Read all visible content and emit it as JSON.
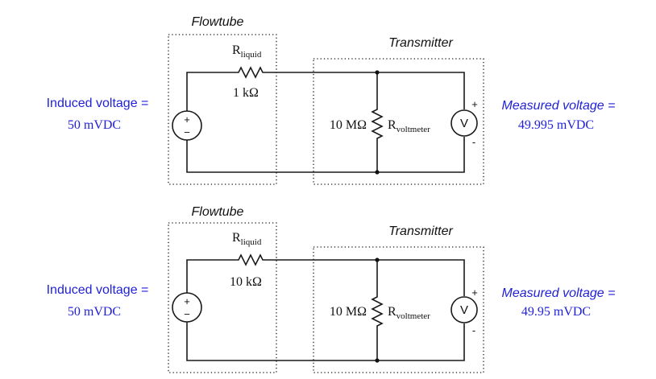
{
  "circuits": [
    {
      "flowtube_label": "Flowtube",
      "transmitter_label": "Transmitter",
      "r_liquid_main": "R",
      "r_liquid_sub": "liquid",
      "r_liquid_value": "1 kΩ",
      "r_meter_value": "10 MΩ",
      "r_meter_main": "R",
      "r_meter_sub": "voltmeter",
      "induced_label": "Induced voltage =",
      "induced_value": "50 mVDC",
      "measured_label": "Measured voltage =",
      "measured_value": "49.995 mVDC",
      "source_plus": "+",
      "source_minus": "−",
      "meter_symbol": "V",
      "meter_plus": "+",
      "meter_minus": "-"
    },
    {
      "flowtube_label": "Flowtube",
      "transmitter_label": "Transmitter",
      "r_liquid_main": "R",
      "r_liquid_sub": "liquid",
      "r_liquid_value": "10 kΩ",
      "r_meter_value": "10 MΩ",
      "r_meter_main": "R",
      "r_meter_sub": "voltmeter",
      "induced_label": "Induced voltage =",
      "induced_value": "50 mVDC",
      "measured_label": "Measured voltage =",
      "measured_value": "49.95 mVDC",
      "source_plus": "+",
      "source_minus": "−",
      "meter_symbol": "V",
      "meter_plus": "+",
      "meter_minus": "-"
    }
  ],
  "colors": {
    "annotation_blue": "#1f1fd8",
    "line": "#1a1a1a"
  }
}
